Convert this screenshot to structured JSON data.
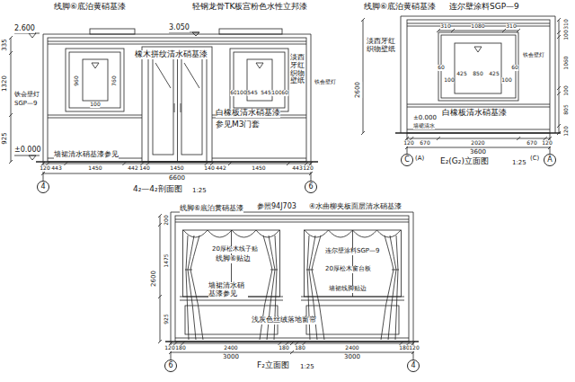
{
  "diagram": {
    "nodes": [
      {
        "text": [
          "4"
        ]
      },
      {
        "text": [
          "6"
        ]
      },
      {
        "text": [
          "C"
        ]
      },
      {
        "text": [
          "A"
        ]
      },
      {
        "text": [
          "6"
        ]
      },
      {
        "text": [
          "4"
        ]
      }
    ],
    "labels": [
      "线脚⑥底泊黄硝基漆",
      "轻钢龙骨TK板宫粉色水性立邦漆",
      "3.050",
      "2.600",
      "335",
      "1320",
      "925",
      "铁会壁灯",
      "SGP—9",
      "960",
      "760",
      "100",
      "橡木拼纹清水硝基漆",
      "淡西牙红织物壁纸",
      "60",
      "100",
      "545",
      "545",
      "100",
      "60",
      "铁会壁灯",
      "白橡板清水硝基漆",
      "参见M3门套",
      "±0.000",
      "墙裙清水硝基漆参见",
      "120",
      "443",
      "1450",
      "442",
      "140",
      "1450",
      "140",
      "442",
      "1450",
      "443",
      "120",
      "6600",
      "4₂—4₂剖面图",
      "1:25",
      "线脚⑥底泊黄硝基漆",
      "连尔壁涂料SGP—9",
      "310",
      "1080",
      "310",
      "淡西牙红织物壁纸",
      "2600",
      "60",
      "100",
      "425",
      "850",
      "425",
      "100",
      "60",
      "铁会壁灯",
      "310",
      "100",
      "1060",
      "100",
      "805",
      "120",
      "白橡板清水硝基漆",
      "±0.000",
      "墙裙清水",
      "120",
      "670",
      "2020",
      "670",
      "120",
      "3600",
      "(A)",
      "(C)",
      "E₂(G₂)立面图",
      "1:25",
      "线脚⑥底泊黄硝基漆",
      "参照94J703",
      "④水曲柳夹板面层清水硝基漆",
      "2600",
      "200",
      "1475",
      "925",
      "20厚松木线子贴",
      "线脚⑥贴边",
      "连尔壁涂料SGP—9",
      "20厚松木窗台板",
      "墙裙清水硝基漆参见",
      "墙裙线脚贴边",
      "浅灰色丝绒落地窗帘",
      "120",
      "180",
      "2400",
      "180",
      "180",
      "2400",
      "180",
      "120",
      "3000",
      "3000",
      "F₂立面图",
      "1:25"
    ]
  }
}
